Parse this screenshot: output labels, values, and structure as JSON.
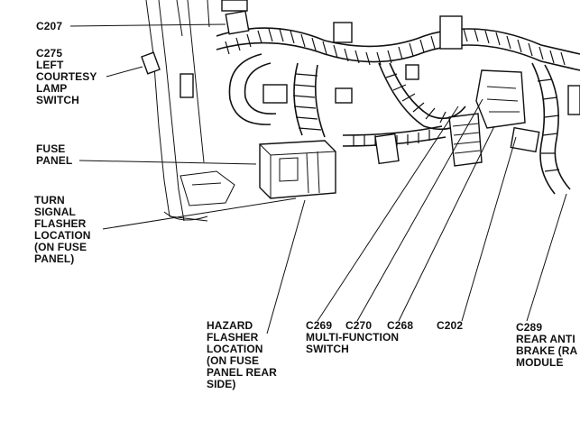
{
  "labels": {
    "c207": "C207",
    "c275": "C275\nLEFT\nCOURTESY\nLAMP\nSWITCH",
    "fuse_panel": "FUSE\nPANEL",
    "turn_signal": "TURN\nSIGNAL\nFLASHER\nLOCATION\n(ON FUSE\nPANEL)",
    "hazard": "HAZARD\nFLASHER\nLOCATION\n(ON FUSE\nPANEL REAR\nSIDE)",
    "c269": "C269",
    "c270": "C270",
    "c268": "C268",
    "multi_function": "MULTI-FUNCTION\nSWITCH",
    "c202": "C202",
    "c289": "C289\nREAR ANTI\nBRAKE (RA\nMODULE"
  },
  "colors": {
    "ink": "#111111",
    "paper": "#ffffff"
  }
}
